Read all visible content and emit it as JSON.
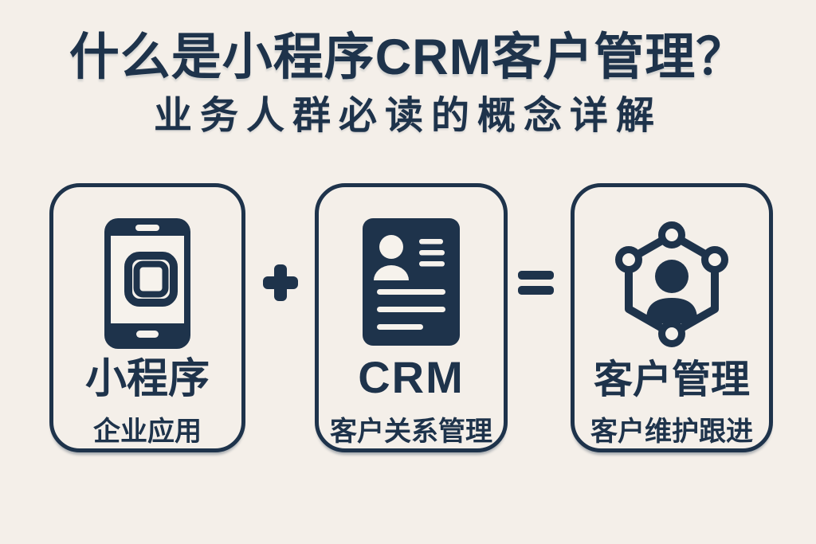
{
  "colors": {
    "background": "#f4efe9",
    "ink": "#1e334b",
    "light": "#f6f2ec"
  },
  "header": {
    "title": "什么是小程序CRM客户管理？",
    "subtitle": "业务人群必读的概念详解"
  },
  "operators": {
    "plus": "+",
    "equals": "="
  },
  "cards": [
    {
      "icon": "smartphone-miniprogram-icon",
      "title": "小程序",
      "subtitle": "企业应用"
    },
    {
      "icon": "crm-contact-card-icon",
      "title": "CRM",
      "subtitle": "客户关系管理"
    },
    {
      "icon": "customer-network-icon",
      "title": "客户管理",
      "subtitle": "客户维护跟进"
    }
  ]
}
